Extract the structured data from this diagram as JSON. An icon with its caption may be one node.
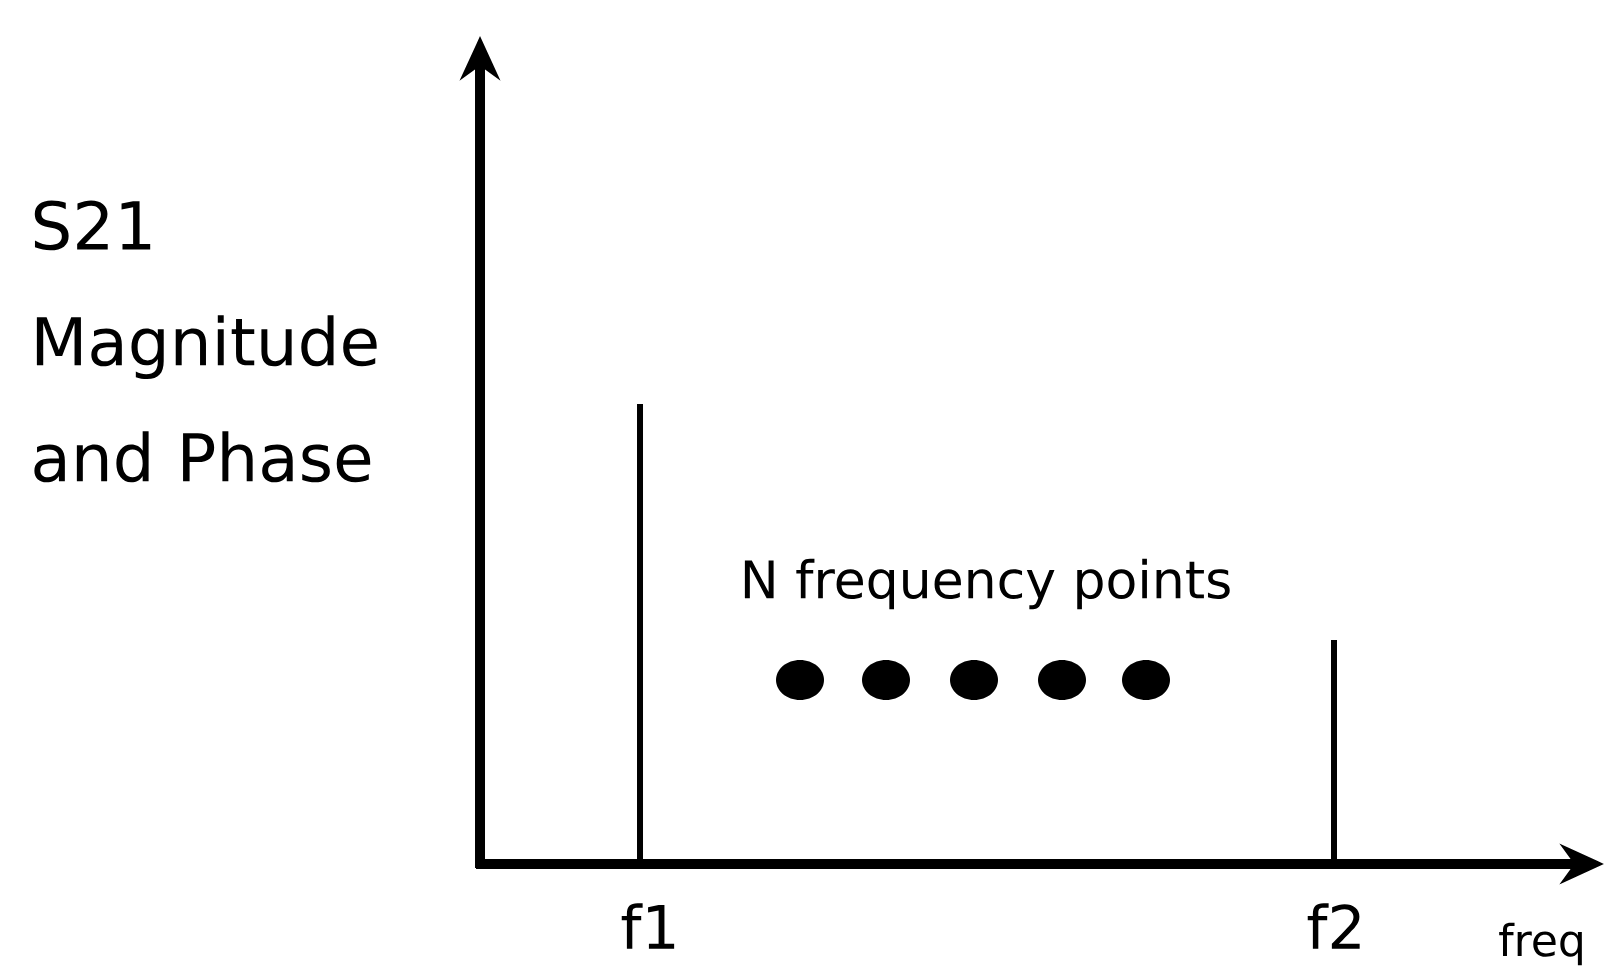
{
  "diagram": {
    "labels": [
      "S21 Magnitude and Phase",
      "N frequency points",
      "f1",
      "f2",
      "freq"
    ]
  }
}
